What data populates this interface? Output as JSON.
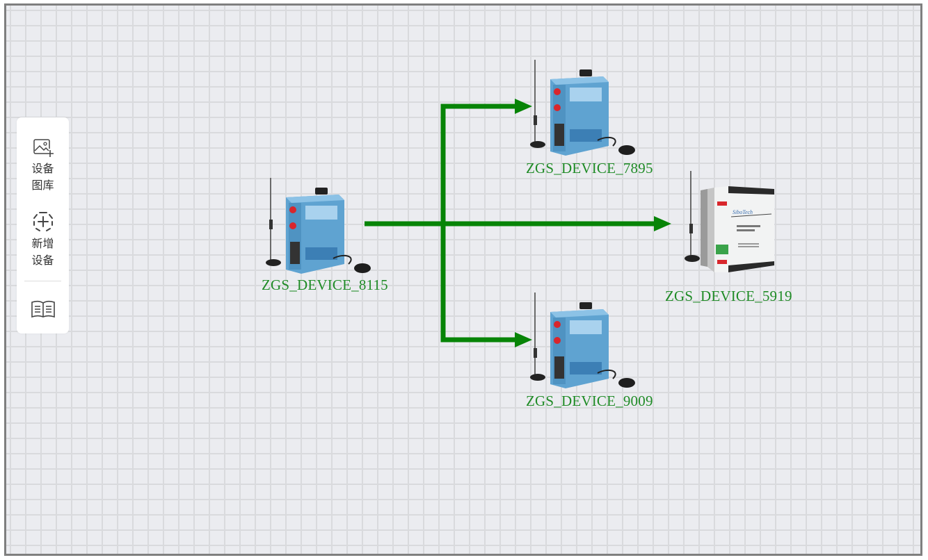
{
  "toolbar": {
    "items": [
      {
        "id": "device-library",
        "icon": "image-add-icon",
        "label": "设备图库"
      },
      {
        "id": "add-device",
        "icon": "add-circle-icon",
        "label": "新增设备"
      },
      {
        "id": "manual",
        "icon": "book-icon",
        "label": ""
      }
    ]
  },
  "diagram": {
    "connection_color": "#078407",
    "label_color": "#1f8b26",
    "nodes": [
      {
        "id": "8115",
        "label": "ZGS_DEVICE_8115",
        "type": "din-rail-gateway"
      },
      {
        "id": "7895",
        "label": "ZGS_DEVICE_7895",
        "type": "din-rail-gateway"
      },
      {
        "id": "5919",
        "label": "ZGS_DEVICE_5919",
        "type": "sibotech-chassis",
        "brand": "SiboTech"
      },
      {
        "id": "9009",
        "label": "ZGS_DEVICE_9009",
        "type": "din-rail-gateway"
      }
    ],
    "edges": [
      {
        "from": "8115",
        "to": "7895"
      },
      {
        "from": "8115",
        "to": "5919"
      },
      {
        "from": "8115",
        "to": "9009"
      }
    ]
  }
}
